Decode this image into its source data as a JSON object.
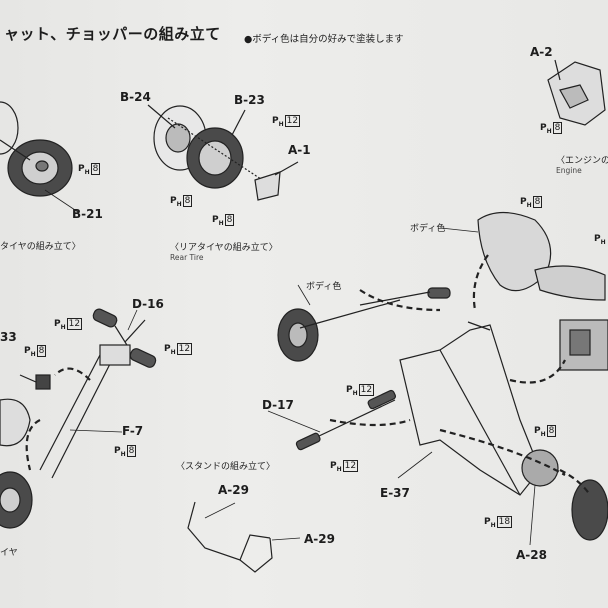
{
  "page": {
    "title": "ャット、チョッパーの組み立て",
    "note": "●ボディ色は自分の好みで塗装します"
  },
  "part_labels": {
    "b24": "B-24",
    "b23": "B-23",
    "a1": "A-1",
    "b21": "B-21",
    "a2": "A-2",
    "d16": "D-16",
    "b33": "33",
    "f7": "F-7",
    "d17": "D-17",
    "e37": "E-37",
    "a29_top": "A-29",
    "a29_side": "A-29",
    "a28": "A-28"
  },
  "paint_codes": {
    "prefix": "P",
    "sub": "H",
    "b21_wheel": "8",
    "b23_wheel": "12",
    "b24_hub": "8",
    "a1_disc": "8",
    "a2_engine": "8",
    "d16_left": "12",
    "d16_right": "12",
    "b33_lamp": "8",
    "f7_fork": "8",
    "tank": "8",
    "seat": "",
    "d17_top": "12",
    "d17_bottom": "12",
    "frame": "8",
    "a28": "18"
  },
  "captions": {
    "front_tire": "タイヤの組み立て〉",
    "rear_tire": "〈リアタイヤの組み立て〉",
    "rear_tire_en": "Rear Tire",
    "engine": "〈エンジンの",
    "engine_en": "Engine",
    "stand": "〈スタンドの組み立て〉",
    "body_color_tank": "ボディ色",
    "body_color_wheel": "ボディ色",
    "bottom_left": "イヤ"
  }
}
